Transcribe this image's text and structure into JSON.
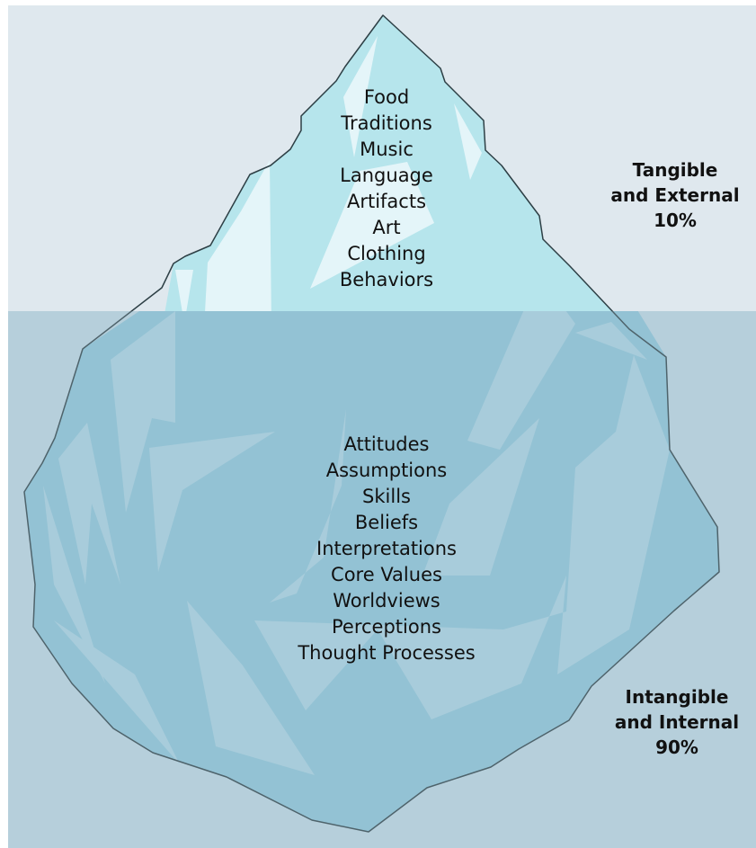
{
  "colors": {
    "sky": "#dfe8ee",
    "water": "#bdd4df",
    "ice_top_base": "#b6e5ec",
    "ice_top_light": "#e4f5f9",
    "ice_bottom_base": "#8dc3d6",
    "ice_bottom_light": "#a9d0df",
    "outline": "#2d3f45",
    "overlay": "#a7c3d2"
  },
  "above": {
    "items": [
      "Food",
      "Traditions",
      "Music",
      "Language",
      "Artifacts",
      "Art",
      "Clothing",
      "Behaviors"
    ],
    "label": [
      "Tangible",
      "and External",
      "10%"
    ]
  },
  "below": {
    "items": [
      "Attitudes",
      "Assumptions",
      "Skills",
      "Beliefs",
      "Interpretations",
      "Core Values",
      "Worldviews",
      "Perceptions",
      "Thought Processes"
    ],
    "label": [
      "Intangible",
      "and Internal",
      "90%"
    ]
  }
}
